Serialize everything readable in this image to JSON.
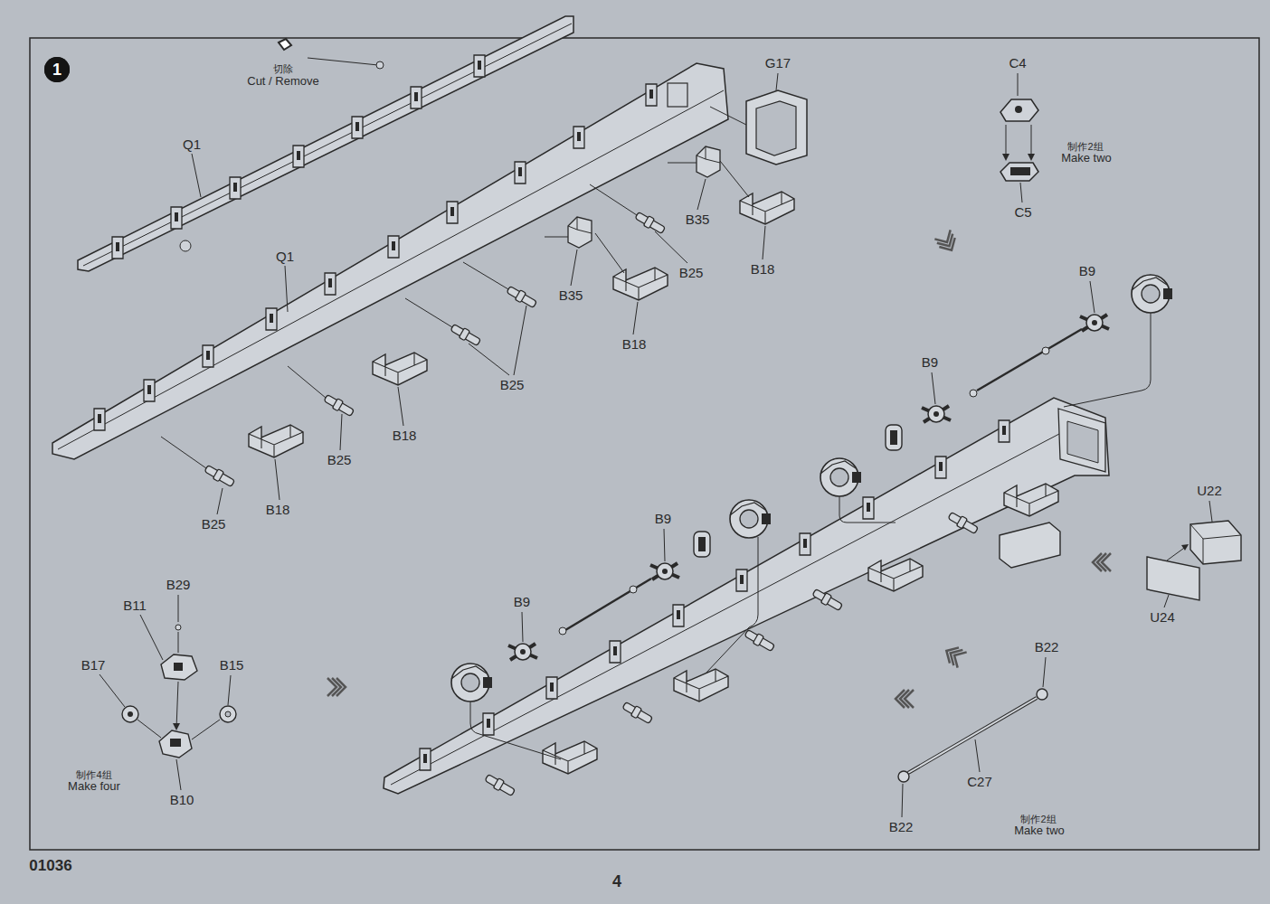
{
  "diagram": {
    "nodes": [
      {
        "text": [
          "1"
        ]
      }
    ],
    "labels": [
      "切除",
      "Cut / Remove",
      "Q1",
      "G17",
      "C4",
      "制作2组",
      "Make two",
      "C5",
      "Q1",
      "B35",
      "B18",
      "B25",
      "B9",
      "B35",
      "B18",
      "B9",
      "B25",
      "B18",
      "B25",
      "U22",
      "B18",
      "B9",
      "B25",
      "B29",
      "B9",
      "B11",
      "U24",
      "B22",
      "B17",
      "B15",
      "制作4组",
      "Make four",
      "C27",
      "B10",
      "制作2组",
      "Make two",
      "B22",
      "01036",
      "4"
    ]
  }
}
